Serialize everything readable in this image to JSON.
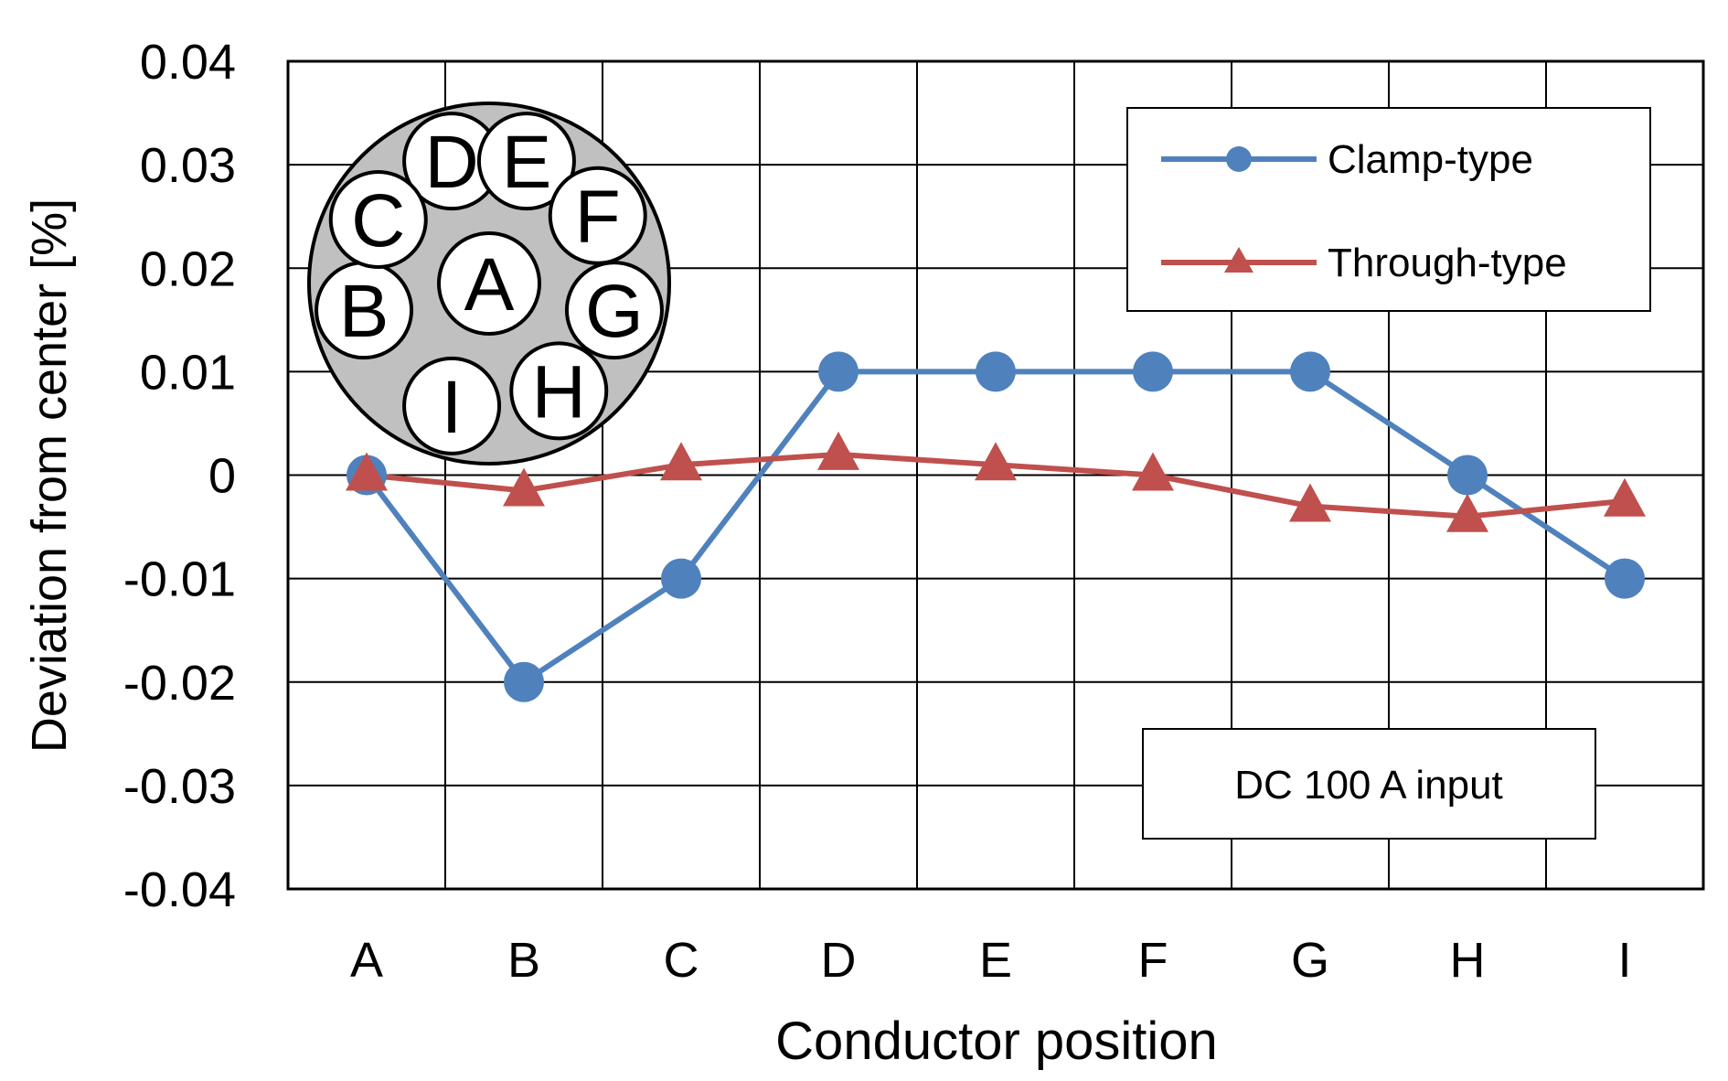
{
  "chart_data": {
    "type": "line",
    "xlabel": "Conductor position",
    "ylabel": "Deviation from center [%]",
    "categories": [
      "A",
      "B",
      "C",
      "D",
      "E",
      "F",
      "G",
      "H",
      "I"
    ],
    "ylim": [
      -0.04,
      0.04
    ],
    "yticks": [
      "0.04",
      "0.03",
      "0.02",
      "0.01",
      "0",
      "-0.01",
      "-0.02",
      "-0.03",
      "-0.04"
    ],
    "grid": true,
    "legend_position": "top-right",
    "series": [
      {
        "name": "Clamp-type",
        "marker": "circle",
        "color": "#4F81BD",
        "values": [
          0,
          -0.02,
          -0.01,
          0.01,
          0.01,
          0.01,
          0.01,
          0,
          -0.01
        ]
      },
      {
        "name": "Through-type",
        "marker": "triangle",
        "color": "#C0504D",
        "values": [
          0,
          -0.0015,
          0.001,
          0.002,
          0.001,
          0,
          -0.003,
          -0.004,
          -0.0025
        ]
      }
    ],
    "annotation": "DC 100 A input",
    "inset": {
      "center_label": "A",
      "ring_labels": [
        "D",
        "E",
        "F",
        "G",
        "H",
        "I",
        "B",
        "C"
      ]
    }
  }
}
